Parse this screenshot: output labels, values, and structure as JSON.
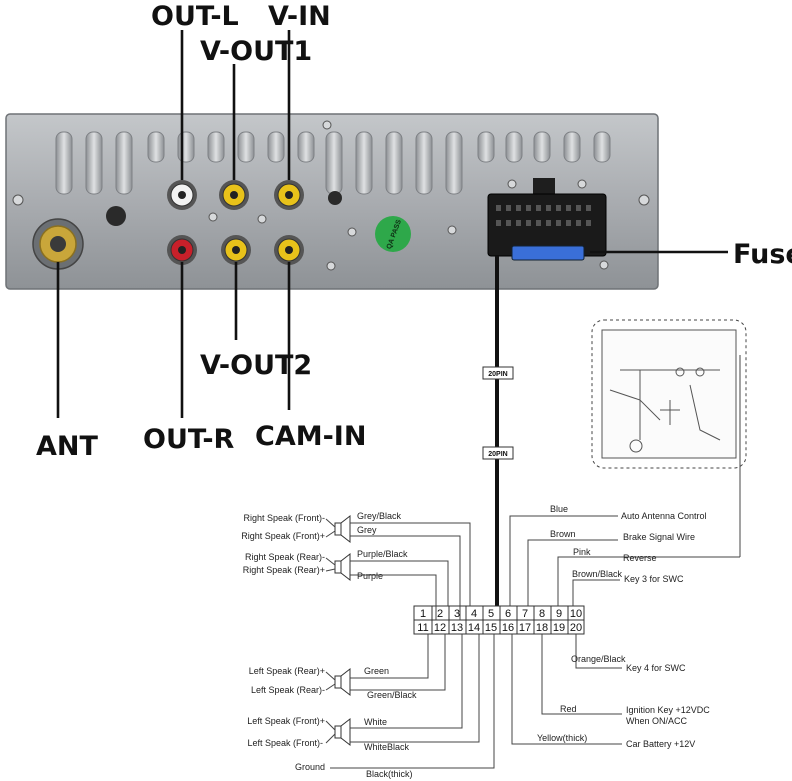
{
  "labels": {
    "out_l": "OUT-L",
    "v_in": "V-IN",
    "v_out1": "V-OUT1",
    "fuse": "Fuse",
    "v_out2": "V-OUT2",
    "ant": "ANT",
    "out_r": "OUT-R",
    "cam_in": "CAM-IN"
  },
  "unit": {
    "qa_pass": "QA PASS",
    "connector_tag_top": "20PIN",
    "connector_tag_bottom": "20PIN"
  },
  "connector": {
    "top_pins": [
      "1",
      "2",
      "3",
      "4",
      "5",
      "6",
      "7",
      "8",
      "9",
      "10"
    ],
    "bottom_pins": [
      "11",
      "12",
      "13",
      "14",
      "15",
      "16",
      "17",
      "18",
      "19",
      "20"
    ]
  },
  "left_wires": {
    "rs_front_neg": {
      "dest": "Right Speak (Front)-",
      "color": "Grey/Black"
    },
    "rs_front_pos": {
      "dest": "Right Speak (Front)+",
      "color": "Grey"
    },
    "rs_rear_neg": {
      "dest": "Right Speak (Rear)-",
      "color": "Purple/Black"
    },
    "rs_rear_pos": {
      "dest": "Right Speak (Rear)+",
      "color": "Purple"
    },
    "ls_rear_pos": {
      "dest": "Left Speak (Rear)+",
      "color": "Green"
    },
    "ls_rear_neg": {
      "dest": "Left Speak (Rear)-",
      "color": "Green/Black"
    },
    "ls_front_pos": {
      "dest": "Left Speak (Front)+",
      "color": "White"
    },
    "ls_front_neg": {
      "dest": "Left Speak (Front)-",
      "color": "WhiteBlack"
    },
    "ground": {
      "dest": "Ground",
      "color": "Black(thick)"
    }
  },
  "right_wires": {
    "antenna": {
      "color": "Blue",
      "dest": "Auto  Antenna Control"
    },
    "brake": {
      "color": "Brown",
      "dest": "Brake Signal Wire"
    },
    "reverse": {
      "color": "Pink",
      "dest": "Reverse"
    },
    "key3": {
      "color": "Brown/Black",
      "dest": "Key 3 for SWC"
    },
    "key4": {
      "color": "Orange/Black",
      "dest": "Key 4 for SWC"
    },
    "ignition": {
      "color": "Red",
      "dest_line1": "Ignition Key +12VDC",
      "dest_line2": "When  ON/ACC"
    },
    "battery": {
      "color": "Yellow(thick)",
      "dest": "Car Battery  +12V"
    }
  },
  "colors": {
    "panel": "#a8abae",
    "rca_yellow": "#e8c21a",
    "rca_red": "#c8202a",
    "rca_white": "#f2f2f2",
    "qa_sticker": "#2ea84a",
    "fuse_blue": "#3a6fd8"
  }
}
